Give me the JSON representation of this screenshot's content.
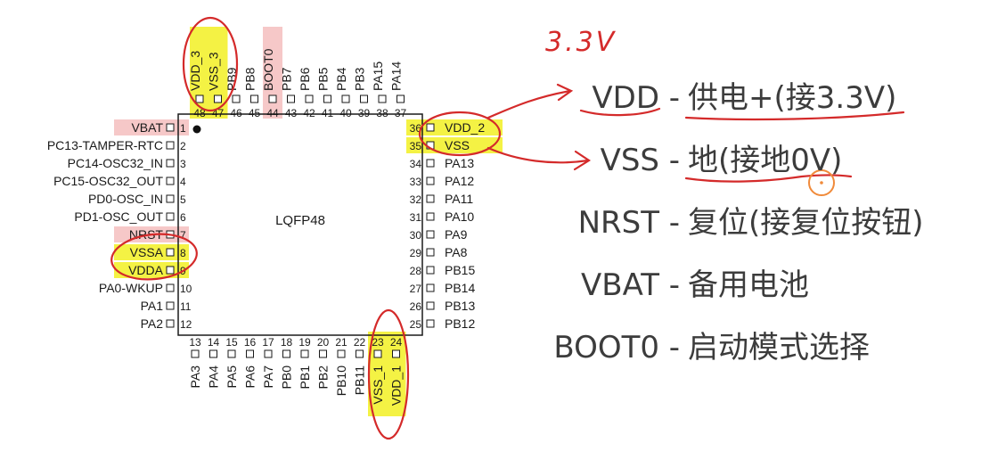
{
  "chip": {
    "package": "LQFP48",
    "left_pins": [
      {
        "num": "1",
        "label": "VBAT",
        "hl": "pink"
      },
      {
        "num": "2",
        "label": "PC13-TAMPER-RTC"
      },
      {
        "num": "3",
        "label": "PC14-OSC32_IN"
      },
      {
        "num": "4",
        "label": "PC15-OSC32_OUT"
      },
      {
        "num": "5",
        "label": "PD0-OSC_IN"
      },
      {
        "num": "6",
        "label": "PD1-OSC_OUT"
      },
      {
        "num": "7",
        "label": "NRST",
        "hl": "pink"
      },
      {
        "num": "8",
        "label": "VSSA",
        "hl": "yellow"
      },
      {
        "num": "9",
        "label": "VDDA",
        "hl": "yellow"
      },
      {
        "num": "10",
        "label": "PA0-WKUP"
      },
      {
        "num": "11",
        "label": "PA1"
      },
      {
        "num": "12",
        "label": "PA2"
      }
    ],
    "bottom_pins": [
      {
        "num": "13",
        "label": "PA3"
      },
      {
        "num": "14",
        "label": "PA4"
      },
      {
        "num": "15",
        "label": "PA5"
      },
      {
        "num": "16",
        "label": "PA6"
      },
      {
        "num": "17",
        "label": "PA7"
      },
      {
        "num": "18",
        "label": "PB0"
      },
      {
        "num": "19",
        "label": "PB1"
      },
      {
        "num": "20",
        "label": "PB2"
      },
      {
        "num": "21",
        "label": "PB10"
      },
      {
        "num": "22",
        "label": "PB11"
      },
      {
        "num": "23",
        "label": "VSS_1",
        "hl": "yellow"
      },
      {
        "num": "24",
        "label": "VDD_1",
        "hl": "yellow"
      }
    ],
    "right_pins": [
      {
        "num": "36",
        "label": "VDD_2",
        "hl": "yellow"
      },
      {
        "num": "35",
        "label": "VSS",
        "hl": "yellow"
      },
      {
        "num": "34",
        "label": "PA13"
      },
      {
        "num": "33",
        "label": "PA12"
      },
      {
        "num": "32",
        "label": "PA11"
      },
      {
        "num": "31",
        "label": "PA10"
      },
      {
        "num": "30",
        "label": "PA9"
      },
      {
        "num": "29",
        "label": "PA8"
      },
      {
        "num": "28",
        "label": "PB15"
      },
      {
        "num": "27",
        "label": "PB14"
      },
      {
        "num": "26",
        "label": "PB13"
      },
      {
        "num": "25",
        "label": "PB12"
      }
    ],
    "top_pins": [
      {
        "num": "48",
        "label": "VDD_3",
        "hl": "yellow"
      },
      {
        "num": "47",
        "label": "VSS_3",
        "hl": "yellow"
      },
      {
        "num": "46",
        "label": "PB9"
      },
      {
        "num": "45",
        "label": "PB8"
      },
      {
        "num": "44",
        "label": "BOOT0",
        "hl": "pink"
      },
      {
        "num": "43",
        "label": "PB7"
      },
      {
        "num": "42",
        "label": "PB6"
      },
      {
        "num": "41",
        "label": "PB5"
      },
      {
        "num": "40",
        "label": "PB4"
      },
      {
        "num": "39",
        "label": "PB3"
      },
      {
        "num": "38",
        "label": "PA15"
      },
      {
        "num": "37",
        "label": "PA14"
      }
    ]
  },
  "legend": [
    {
      "pin": "VDD",
      "sep": " - ",
      "desc": "供电+(接3.3V)"
    },
    {
      "pin": "VSS",
      "sep": " - ",
      "desc": "地(接地0V)"
    },
    {
      "pin": "NRST",
      "sep": " - ",
      "desc": "复位(接复位按钮)"
    },
    {
      "pin": "VBAT",
      "sep": " - ",
      "desc": "备用电池"
    },
    {
      "pin": "BOOT0",
      "sep": " - ",
      "desc": "启动模式选择"
    }
  ],
  "handwritten_note": "3.3V",
  "colors": {
    "highlight_yellow": "#f4f244",
    "highlight_pink": "#f6c8c8",
    "annotation_red": "#d42a2a",
    "cursor_orange": "#f08a3a"
  }
}
